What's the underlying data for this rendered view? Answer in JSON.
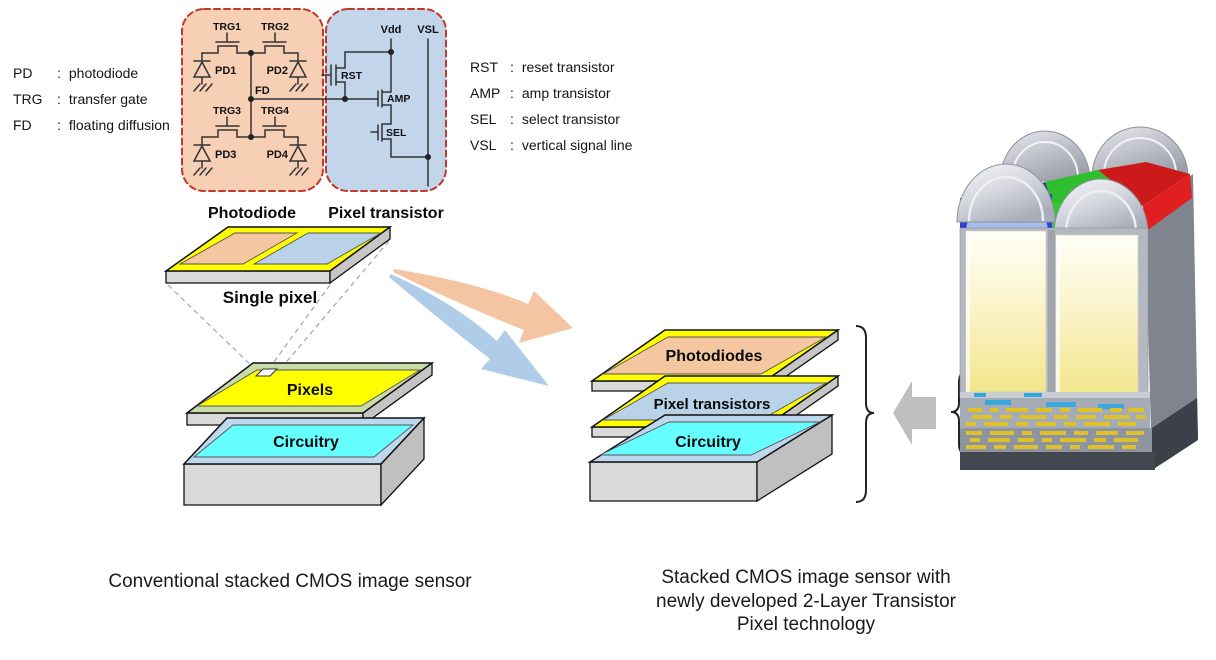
{
  "legend_left": {
    "items": [
      {
        "term": "PD",
        "colon": ":",
        "def": "photodiode"
      },
      {
        "term": "TRG",
        "colon": ":",
        "def": "transfer gate"
      },
      {
        "term": "FD",
        "colon": ":",
        "def": "floating diffusion"
      }
    ]
  },
  "legend_right": {
    "items": [
      {
        "term": "RST",
        "colon": ":",
        "def": "reset transistor"
      },
      {
        "term": "AMP",
        "colon": ":",
        "def": "amp transistor"
      },
      {
        "term": "SEL",
        "colon": ":",
        "def": "select transistor"
      },
      {
        "term": "VSL",
        "colon": ":",
        "def": "vertical signal line"
      }
    ]
  },
  "circuit": {
    "box_labels": {
      "photodiode": "Photodiode",
      "pixel_transistor": "Pixel transistor"
    },
    "trg": [
      "TRG1",
      "TRG2",
      "TRG3",
      "TRG4"
    ],
    "pd": [
      "PD1",
      "PD2",
      "PD3",
      "PD4"
    ],
    "fd": "FD",
    "vdd": "Vdd",
    "vsl": "VSL",
    "rst": "RST",
    "amp": "AMP",
    "sel": "SEL"
  },
  "conventional": {
    "single_pixel": "Single pixel",
    "pixels": "Pixels",
    "circuitry": "Circuitry",
    "caption": "Conventional stacked CMOS image sensor"
  },
  "stacked_new": {
    "photodiodes": "Photodiodes",
    "pixel_transistors": "Pixel transistors",
    "circuitry": "Circuitry",
    "caption_lines": [
      "Stacked CMOS image sensor with",
      "newly developed 2-Layer Transistor",
      "Pixel technology"
    ]
  },
  "colors": {
    "photodiode_fill": "#F6CFB4",
    "pixel_transistor_fill": "#C2D5EA",
    "dashed_border": "#C0392B",
    "pixels_yellow": "#FFFF00",
    "circuitry_cyan": "#66FFFF",
    "circuitry_border": "#BDD7EE",
    "pixels_border_green": "#C9DCA8",
    "arrow_orange": "#F5C4A3",
    "arrow_blue": "#AFCCE9",
    "comparison_arrow_gray": "#BFBFBF",
    "filter_blue": "#2E3ED6",
    "filter_green": "#2ECC2E",
    "filter_red": "#D92020"
  }
}
